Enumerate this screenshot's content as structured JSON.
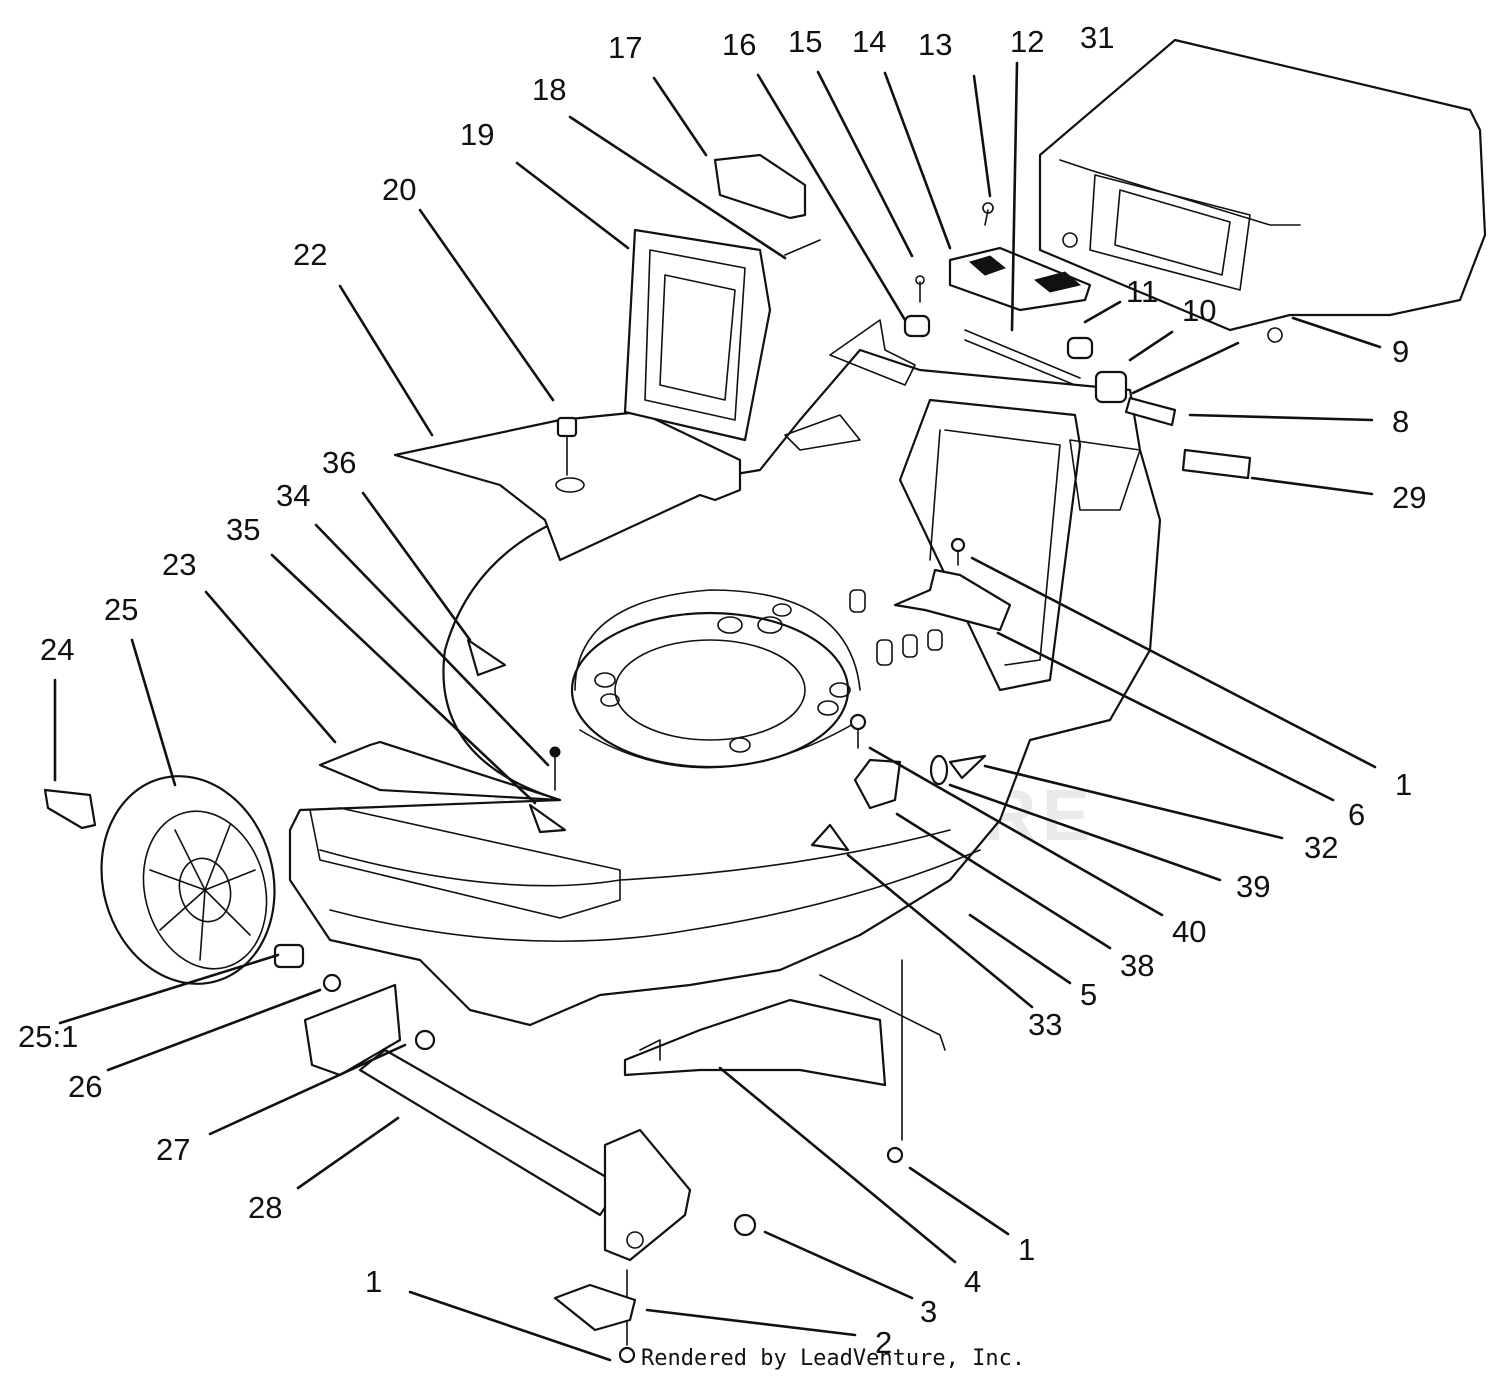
{
  "footer": {
    "credit": "Rendered by LeadVenture, Inc."
  },
  "watermark": {
    "text": "LEADVENTURE"
  },
  "callouts": [
    "1",
    "1",
    "1",
    "1",
    "2",
    "3",
    "4",
    "5",
    "6",
    "8",
    "9",
    "10",
    "11",
    "12",
    "13",
    "14",
    "15",
    "16",
    "17",
    "18",
    "19",
    "20",
    "22",
    "23",
    "24",
    "25",
    "25:1",
    "26",
    "27",
    "28",
    "29",
    "31",
    "32",
    "33",
    "34",
    "35",
    "36",
    "38",
    "39",
    "40"
  ],
  "colors": {
    "line": "#111111",
    "background": "#ffffff"
  }
}
